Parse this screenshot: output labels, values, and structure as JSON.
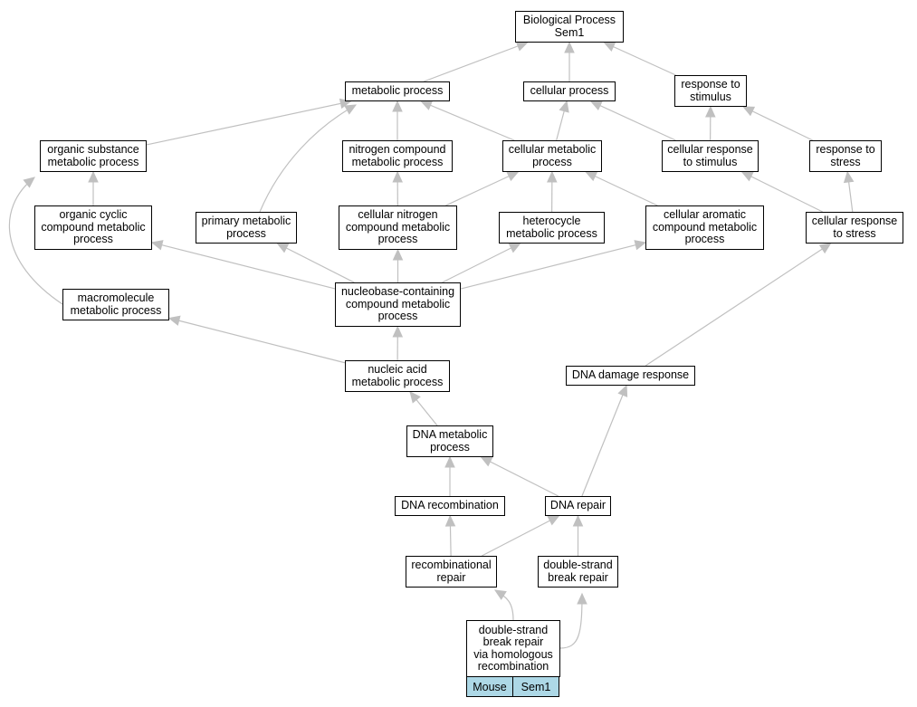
{
  "nodes": [
    {
      "id": "bp",
      "label": "Biological Process\nSem1"
    },
    {
      "id": "metabolic",
      "label": "metabolic process"
    },
    {
      "id": "cellular",
      "label": "cellular process"
    },
    {
      "id": "resp_stim",
      "label": "response to\nstimulus"
    },
    {
      "id": "org_subst",
      "label": "organic substance\nmetabolic process"
    },
    {
      "id": "nitrogen",
      "label": "nitrogen compound\nmetabolic process"
    },
    {
      "id": "cell_metab",
      "label": "cellular metabolic\nprocess"
    },
    {
      "id": "cell_resp_stim",
      "label": "cellular response\nto stimulus"
    },
    {
      "id": "resp_stress",
      "label": "response to\nstress"
    },
    {
      "id": "org_cyclic",
      "label": "organic cyclic\ncompound metabolic\nprocess"
    },
    {
      "id": "primary",
      "label": "primary metabolic\nprocess"
    },
    {
      "id": "cell_nitrogen",
      "label": "cellular nitrogen\ncompound metabolic\nprocess"
    },
    {
      "id": "heterocycle",
      "label": "heterocycle\nmetabolic process"
    },
    {
      "id": "cell_aromatic",
      "label": "cellular aromatic\ncompound metabolic\nprocess"
    },
    {
      "id": "cell_resp_stress",
      "label": "cellular response\nto stress"
    },
    {
      "id": "macromolecule",
      "label": "macromolecule\nmetabolic process"
    },
    {
      "id": "nucleobase",
      "label": "nucleobase-containing\ncompound metabolic\nprocess"
    },
    {
      "id": "nucleic",
      "label": "nucleic acid\nmetabolic process"
    },
    {
      "id": "dna_damage",
      "label": "DNA damage response"
    },
    {
      "id": "dna_metab",
      "label": "DNA metabolic\nprocess"
    },
    {
      "id": "dna_recomb",
      "label": "DNA recombination"
    },
    {
      "id": "dna_repair",
      "label": "DNA repair"
    },
    {
      "id": "recomb_repair",
      "label": "recombinational\nrepair"
    },
    {
      "id": "dsb_repair",
      "label": "double-strand\nbreak repair"
    },
    {
      "id": "dsb_hr",
      "label": "double-strand\nbreak repair\nvia homologous\nrecombination"
    }
  ],
  "edges": [
    {
      "from": "metabolic",
      "to": "bp"
    },
    {
      "from": "cellular",
      "to": "bp"
    },
    {
      "from": "resp_stim",
      "to": "bp"
    },
    {
      "from": "org_subst",
      "to": "metabolic"
    },
    {
      "from": "nitrogen",
      "to": "metabolic"
    },
    {
      "from": "cell_metab",
      "to": "metabolic"
    },
    {
      "from": "primary",
      "to": "metabolic"
    },
    {
      "from": "cell_metab",
      "to": "cellular"
    },
    {
      "from": "cell_resp_stim",
      "to": "cellular"
    },
    {
      "from": "cell_resp_stim",
      "to": "resp_stim"
    },
    {
      "from": "resp_stress",
      "to": "resp_stim"
    },
    {
      "from": "org_cyclic",
      "to": "org_subst"
    },
    {
      "from": "macromolecule",
      "to": "org_subst"
    },
    {
      "from": "cell_nitrogen",
      "to": "nitrogen"
    },
    {
      "from": "cell_nitrogen",
      "to": "cell_metab"
    },
    {
      "from": "heterocycle",
      "to": "cell_metab"
    },
    {
      "from": "cell_aromatic",
      "to": "cell_metab"
    },
    {
      "from": "cell_resp_stress",
      "to": "cell_resp_stim"
    },
    {
      "from": "cell_resp_stress",
      "to": "resp_stress"
    },
    {
      "from": "nucleobase",
      "to": "org_cyclic"
    },
    {
      "from": "nucleobase",
      "to": "primary"
    },
    {
      "from": "nucleobase",
      "to": "cell_nitrogen"
    },
    {
      "from": "nucleobase",
      "to": "heterocycle"
    },
    {
      "from": "nucleobase",
      "to": "cell_aromatic"
    },
    {
      "from": "nucleic",
      "to": "macromolecule"
    },
    {
      "from": "nucleic",
      "to": "nucleobase"
    },
    {
      "from": "dna_metab",
      "to": "nucleic"
    },
    {
      "from": "dna_damage",
      "to": "cell_resp_stress"
    },
    {
      "from": "dna_recomb",
      "to": "dna_metab"
    },
    {
      "from": "dna_repair",
      "to": "dna_metab"
    },
    {
      "from": "dna_repair",
      "to": "dna_damage"
    },
    {
      "from": "recomb_repair",
      "to": "dna_recomb"
    },
    {
      "from": "recomb_repair",
      "to": "dna_repair"
    },
    {
      "from": "dsb_repair",
      "to": "dna_repair"
    },
    {
      "from": "dsb_hr",
      "to": "recomb_repair"
    },
    {
      "from": "dsb_hr",
      "to": "dsb_repair"
    }
  ],
  "tags": [
    "Mouse",
    "Sem1"
  ],
  "colors": {
    "edge": "#c0c0c0",
    "tag_fill": "#add8e6",
    "border": "#000000"
  }
}
